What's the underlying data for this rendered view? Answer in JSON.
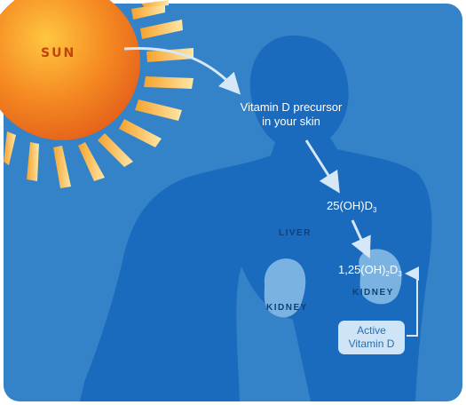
{
  "labels": {
    "sun": "SUN",
    "precursor_line1": "Vitamin D precursor",
    "precursor_line2": "in your skin",
    "d25_prefix": "25(OH)D",
    "d25_sub": "3",
    "d125_prefix": "1,25(OH)",
    "d125_sub1": "2",
    "d125_mid": "D",
    "d125_sub2": "3",
    "liver": "LIVER",
    "kidney_left": "KIDNEY",
    "kidney_right": "KIDNEY",
    "active_line1": "Active",
    "active_line2": "Vitamin D"
  },
  "colors": {
    "background": "#2e7fc4",
    "silhouette": "#1a6bbd",
    "organ": "#8fc0e6",
    "sun_core": "#f07820",
    "sun_rays": "#f4b23a",
    "arrow": "#cfe4f6"
  }
}
